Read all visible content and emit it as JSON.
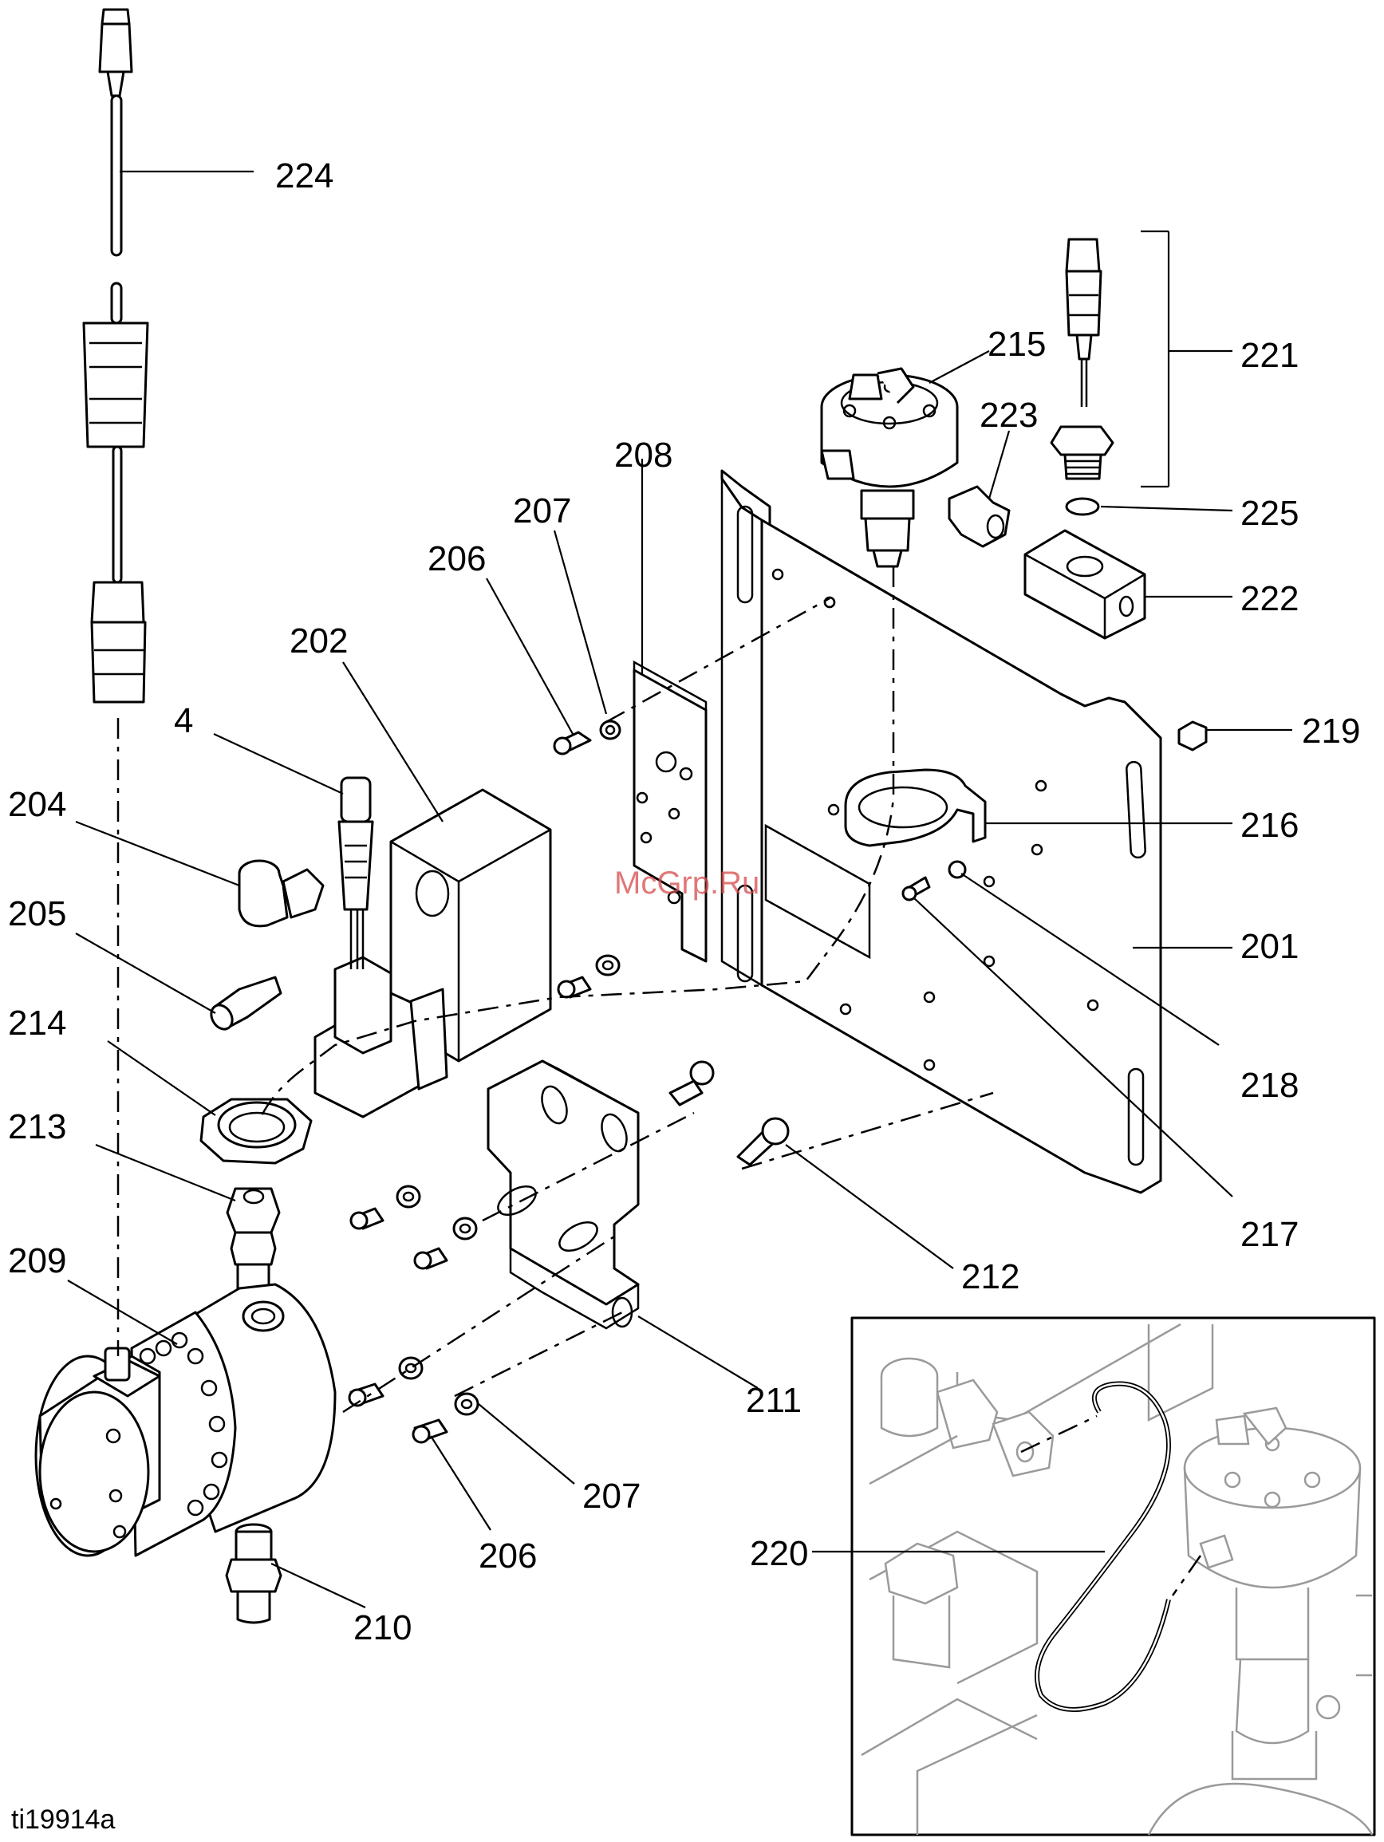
{
  "figure_id": "ti19914a",
  "watermark": "McGrp.Ru",
  "callouts": [
    {
      "id": "c224",
      "label": "224"
    },
    {
      "id": "c221",
      "label": "221"
    },
    {
      "id": "c215",
      "label": "215"
    },
    {
      "id": "c223",
      "label": "223"
    },
    {
      "id": "c225",
      "label": "225"
    },
    {
      "id": "c222",
      "label": "222"
    },
    {
      "id": "c208",
      "label": "208"
    },
    {
      "id": "c207a",
      "label": "207"
    },
    {
      "id": "c206a",
      "label": "206"
    },
    {
      "id": "c202",
      "label": "202"
    },
    {
      "id": "c4",
      "label": "4"
    },
    {
      "id": "c204",
      "label": "204"
    },
    {
      "id": "c205",
      "label": "205"
    },
    {
      "id": "c219",
      "label": "219"
    },
    {
      "id": "c216",
      "label": "216"
    },
    {
      "id": "c201",
      "label": "201"
    },
    {
      "id": "c214",
      "label": "214"
    },
    {
      "id": "c218",
      "label": "218"
    },
    {
      "id": "c213",
      "label": "213"
    },
    {
      "id": "c217",
      "label": "217"
    },
    {
      "id": "c209",
      "label": "209"
    },
    {
      "id": "c212",
      "label": "212"
    },
    {
      "id": "c211",
      "label": "211"
    },
    {
      "id": "c207b",
      "label": "207"
    },
    {
      "id": "c220",
      "label": "220"
    },
    {
      "id": "c206b",
      "label": "206"
    },
    {
      "id": "c210",
      "label": "210"
    }
  ]
}
